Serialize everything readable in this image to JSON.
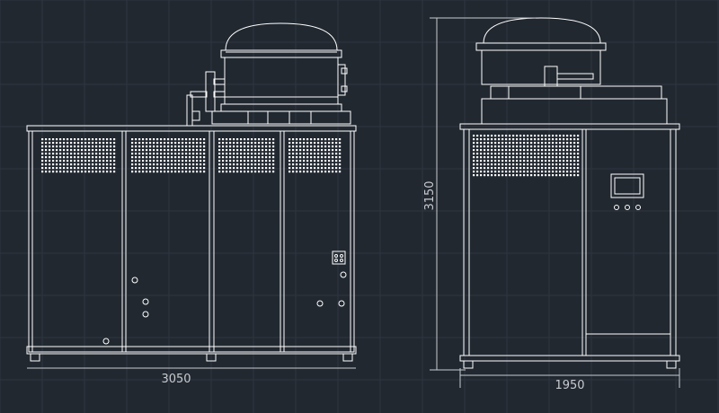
{
  "drawing": {
    "background": "#212830",
    "grid_color": "#2e3640",
    "line_color": "#ffffff",
    "dim_color": "#c8cbd0"
  },
  "views": {
    "front": {
      "width_dimension": "3050"
    },
    "side": {
      "height_dimension": "3150",
      "width_dimension": "1950"
    }
  }
}
